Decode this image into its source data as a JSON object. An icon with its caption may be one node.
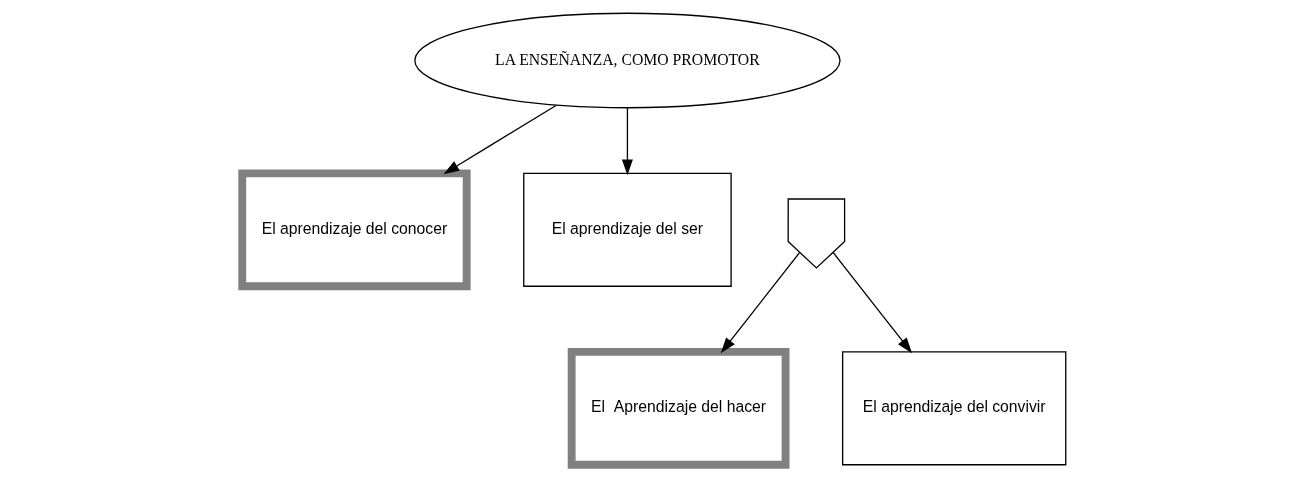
{
  "diagram": {
    "nodes": [
      {
        "text": [
          "LA ENSEÑANZA, COMO PROMOTOR"
        ]
      },
      {
        "text": [
          "El aprendizaje del conocer"
        ]
      },
      {
        "text": [
          "El  Aprendizaje del hacer"
        ]
      },
      {
        "text": [
          "El aprendizaje del convivir"
        ]
      },
      {
        "text": [
          "El aprendizaje del ser"
        ]
      },
      {
        "text": [],
        "shape": "arrow"
      }
    ],
    "edges": [
      {
        "from": 0,
        "to": 1,
        "arrow": "to"
      },
      {
        "from": 0,
        "to": 4,
        "arrow": "to"
      },
      {
        "from": 5,
        "to": 2,
        "arrow": "to"
      },
      {
        "from": 5,
        "to": 3,
        "arrow": "to"
      }
    ]
  }
}
